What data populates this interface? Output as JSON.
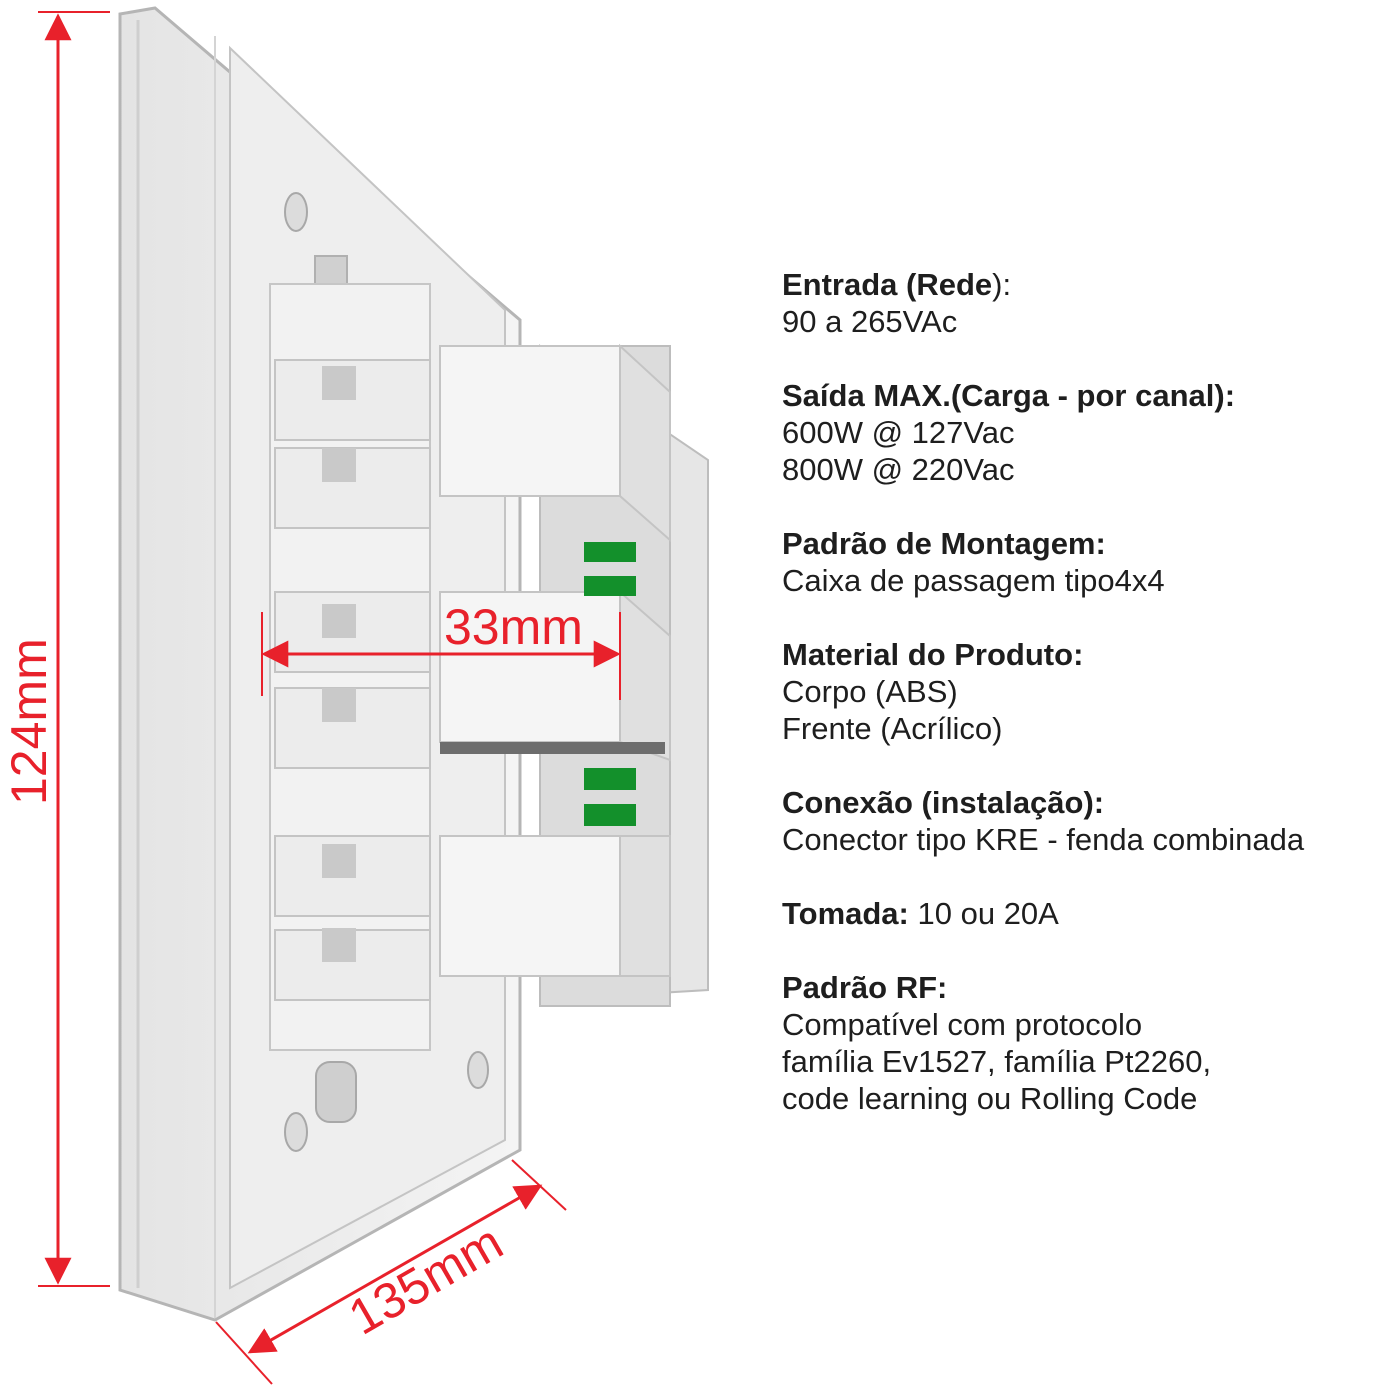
{
  "dimensions": {
    "height": "124mm",
    "width": "135mm",
    "depth": "33mm"
  },
  "colors": {
    "dimension": "#e8212b",
    "connector": "#13902b",
    "text": "#1e1e1e"
  },
  "specs": {
    "entrada": {
      "title_bold": "Entrada (Rede",
      "title_rest": "):",
      "lines": [
        "90 a 265VAc"
      ]
    },
    "saida": {
      "title": "Saída MAX.(Carga - por canal):",
      "lines": [
        "600W @ 127Vac",
        "800W @ 220Vac"
      ]
    },
    "montagem": {
      "title": "Padrão de Montagem:",
      "lines": [
        "Caixa de passagem tipo4x4"
      ]
    },
    "material": {
      "title": "Material do Produto:",
      "lines": [
        "Corpo (ABS)",
        "Frente (Acrílico)"
      ]
    },
    "conexao": {
      "title": "Conexão (instalação):",
      "lines": [
        "Conector tipo KRE - fenda combinada"
      ]
    },
    "tomada": {
      "label": "Tomada:",
      "value": " 10 ou 20A"
    },
    "rf": {
      "title": "Padrão RF:",
      "lines": [
        "Compatível com protocolo",
        "família Ev1527, família Pt2260,",
        "code learning ou Rolling Code"
      ]
    }
  }
}
